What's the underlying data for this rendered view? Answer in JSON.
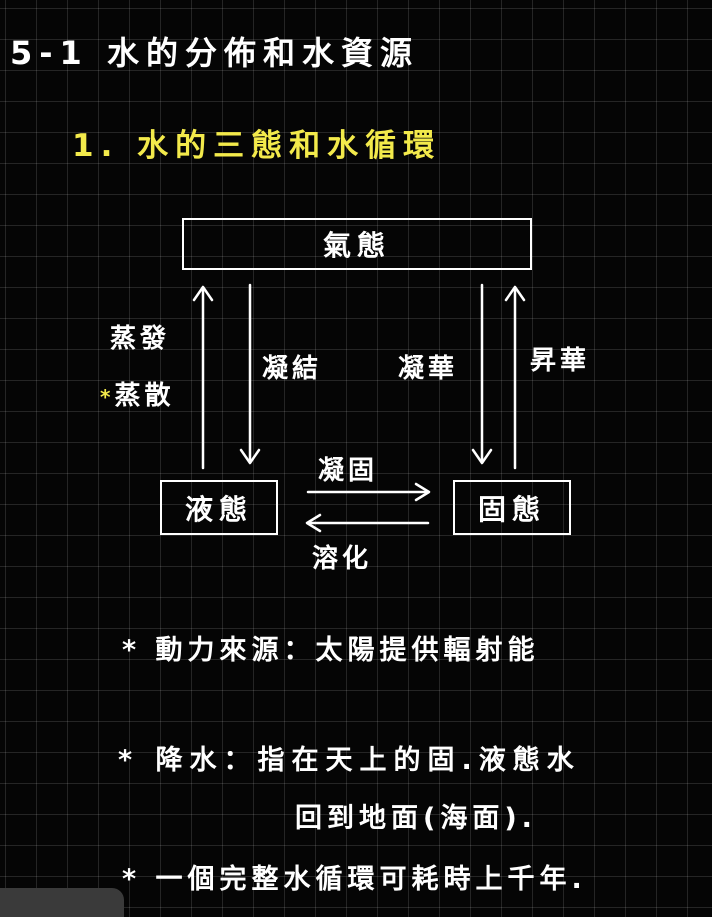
{
  "title": "5-1 水的分佈和水資源",
  "section": "1. 水的三態和水循環",
  "diagram": {
    "gas": "氣態",
    "liquid": "液態",
    "solid": "固態",
    "evaporation": "蒸發",
    "transpiration_mark": "*",
    "transpiration": "蒸散",
    "condensation": "凝結",
    "deposition": "凝華",
    "sublimation": "昇華",
    "freezing": "凝固",
    "melting": "溶化"
  },
  "notes": {
    "energy": "* 動力來源：太陽提供輻射能",
    "precip_line1": "* 降水：指在天上的固.液態水",
    "precip_line2": "回到地面(海面).",
    "cycle": "* 一個完整水循環可耗時上千年."
  }
}
